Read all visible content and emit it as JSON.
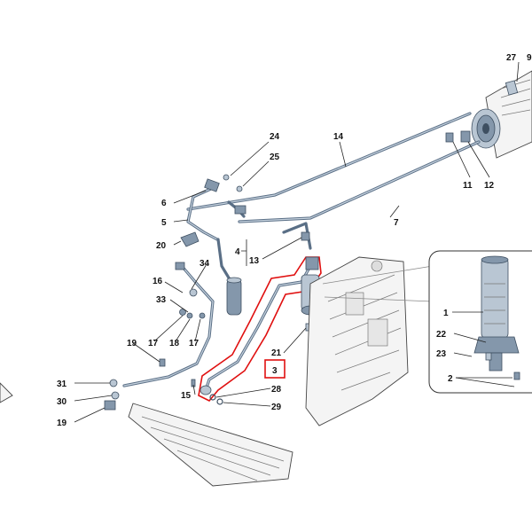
{
  "callouts": [
    {
      "id": "c27",
      "text": "27"
    },
    {
      "id": "c9",
      "text": "9"
    },
    {
      "id": "c24",
      "text": "24"
    },
    {
      "id": "c14",
      "text": "14"
    },
    {
      "id": "c25",
      "text": "25"
    },
    {
      "id": "c6",
      "text": "6"
    },
    {
      "id": "c11",
      "text": "11"
    },
    {
      "id": "c12",
      "text": "12"
    },
    {
      "id": "c5",
      "text": "5"
    },
    {
      "id": "c7",
      "text": "7"
    },
    {
      "id": "c20",
      "text": "20"
    },
    {
      "id": "c4",
      "text": "4"
    },
    {
      "id": "c13",
      "text": "13"
    },
    {
      "id": "c34",
      "text": "34"
    },
    {
      "id": "c16",
      "text": "16"
    },
    {
      "id": "c33",
      "text": "33"
    },
    {
      "id": "c1",
      "text": "1"
    },
    {
      "id": "c22",
      "text": "22"
    },
    {
      "id": "c21",
      "text": "21"
    },
    {
      "id": "c19a",
      "text": "19"
    },
    {
      "id": "c17a",
      "text": "17"
    },
    {
      "id": "c18",
      "text": "18"
    },
    {
      "id": "c17b",
      "text": "17"
    },
    {
      "id": "c23",
      "text": "23"
    },
    {
      "id": "c3",
      "text": "3"
    },
    {
      "id": "c2",
      "text": "2"
    },
    {
      "id": "c31",
      "text": "31"
    },
    {
      "id": "c15",
      "text": "15"
    },
    {
      "id": "c28",
      "text": "28"
    },
    {
      "id": "c30",
      "text": "30"
    },
    {
      "id": "c29",
      "text": "29"
    },
    {
      "id": "c19b",
      "text": "19"
    }
  ],
  "highlighted_part": "3",
  "colors": {
    "highlight": "#e01010",
    "pipe": "#5a6f86",
    "part": "#8497ab"
  }
}
